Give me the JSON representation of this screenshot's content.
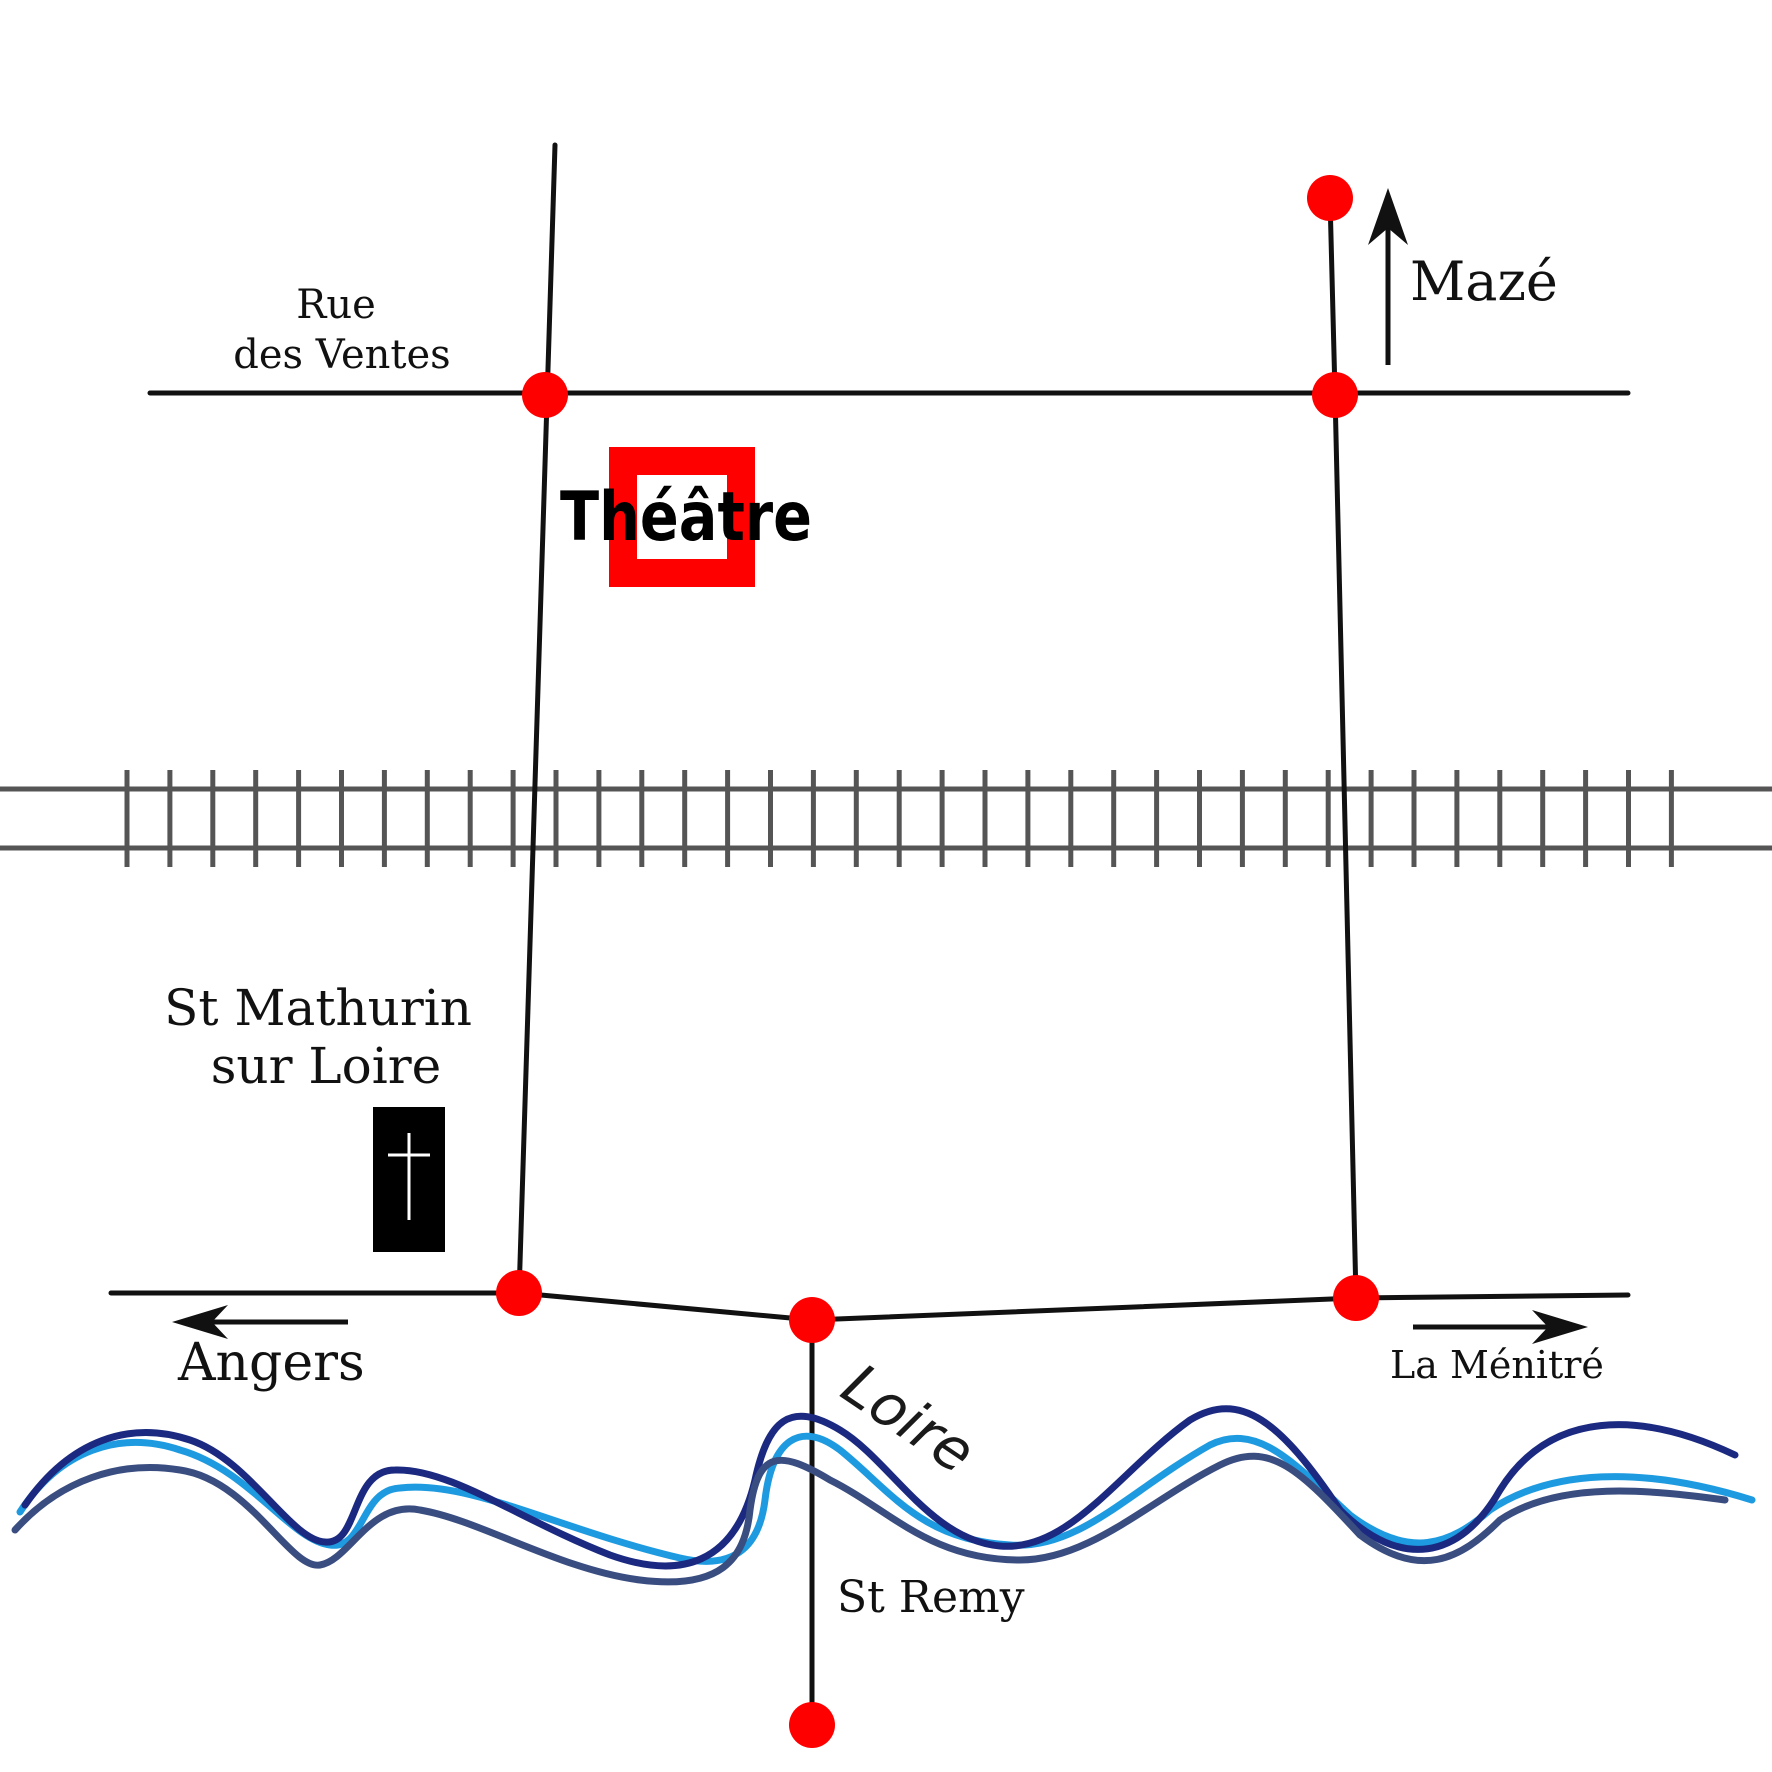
{
  "labels": {
    "rue_des_ventes_1": "Rue",
    "rue_des_ventes_2": "des Ventes",
    "maze": "Mazé",
    "theatre": "Théâtre",
    "st_mathurin_1": "St Mathurin",
    "st_mathurin_2": "sur Loire",
    "angers": "Angers",
    "la_menitre": "La Ménitré",
    "loire": "Loire",
    "st_remy": "St Remy"
  },
  "colors": {
    "road": "#111111",
    "node": "#ff0000",
    "theatre_frame": "#ff0000",
    "rail": "#555555",
    "river_dark": "#1b2a80",
    "river_light": "#1e9be0",
    "river_mid": "#3a4d80"
  },
  "icons": {
    "church": "cross-icon",
    "direction": "arrow-icon"
  }
}
